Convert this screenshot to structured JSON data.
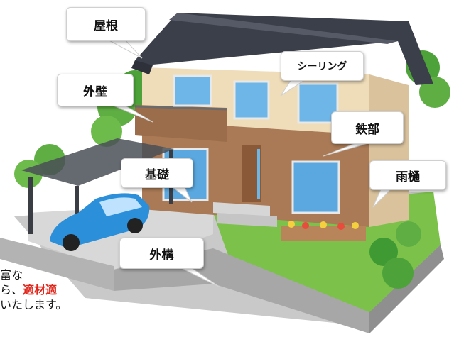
{
  "labels": {
    "roof": "屋根",
    "sealing": "シーリング",
    "wall": "外壁",
    "metal": "鉄部",
    "foundation": "基礎",
    "gutter": "雨樋",
    "exterior": "外構"
  },
  "caption": {
    "line1": "富な",
    "line2_prefix": "ら、",
    "line2_highlight": "適材適",
    "line3": "いたします。"
  },
  "colors": {
    "highlight": "#e0271c",
    "roof": "#3b3f4a",
    "wall_upper": "#efdcb8",
    "wall_brick": "#a97a55",
    "car": "#2c8fd9",
    "lawn": "#7cc24a",
    "trees": "#4da33a"
  }
}
